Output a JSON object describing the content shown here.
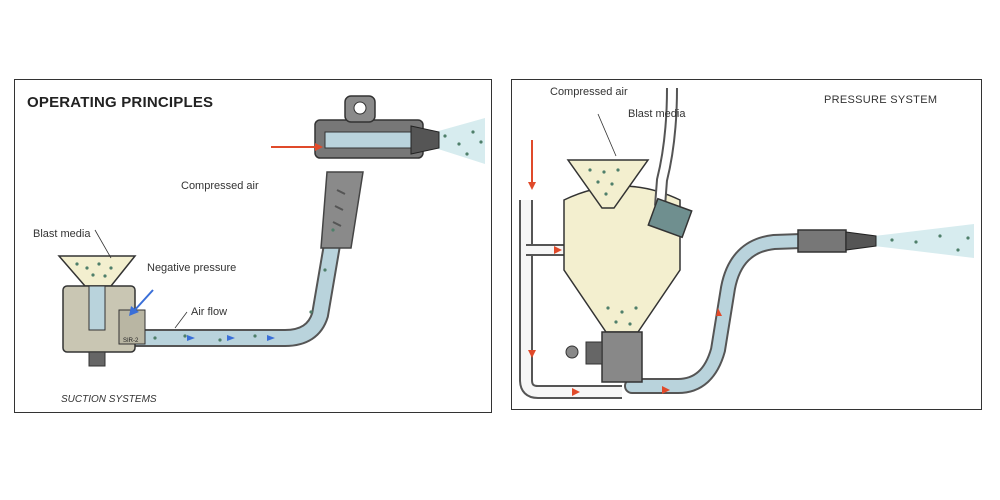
{
  "left": {
    "title": "OPERATING PRINCIPLES",
    "caption": "SUCTION SYSTEMS",
    "labels": {
      "compressed_air": "Compressed air",
      "blast_media": "Blast media",
      "negative_pressure": "Negative pressure",
      "air_flow": "Air flow"
    },
    "tag": "SIR-2"
  },
  "right": {
    "title": "PRESSURE SYSTEM",
    "labels": {
      "compressed_air": "Compressed air",
      "blast_media": "Blast media"
    }
  },
  "colors": {
    "frame": "#333333",
    "hose_fill": "#b9d3dc",
    "metal": "#8a8a8a",
    "hopper": "#f3efcf",
    "air_arrow": "#e04a2a",
    "media_particle": "#4f7f6a",
    "flow_arrow": "#3a6fd8"
  },
  "icons": [
    "compressed-air-arrow-icon",
    "air-flow-arrow-icon",
    "blast-nozzle-icon",
    "hopper-icon",
    "valve-icon"
  ]
}
